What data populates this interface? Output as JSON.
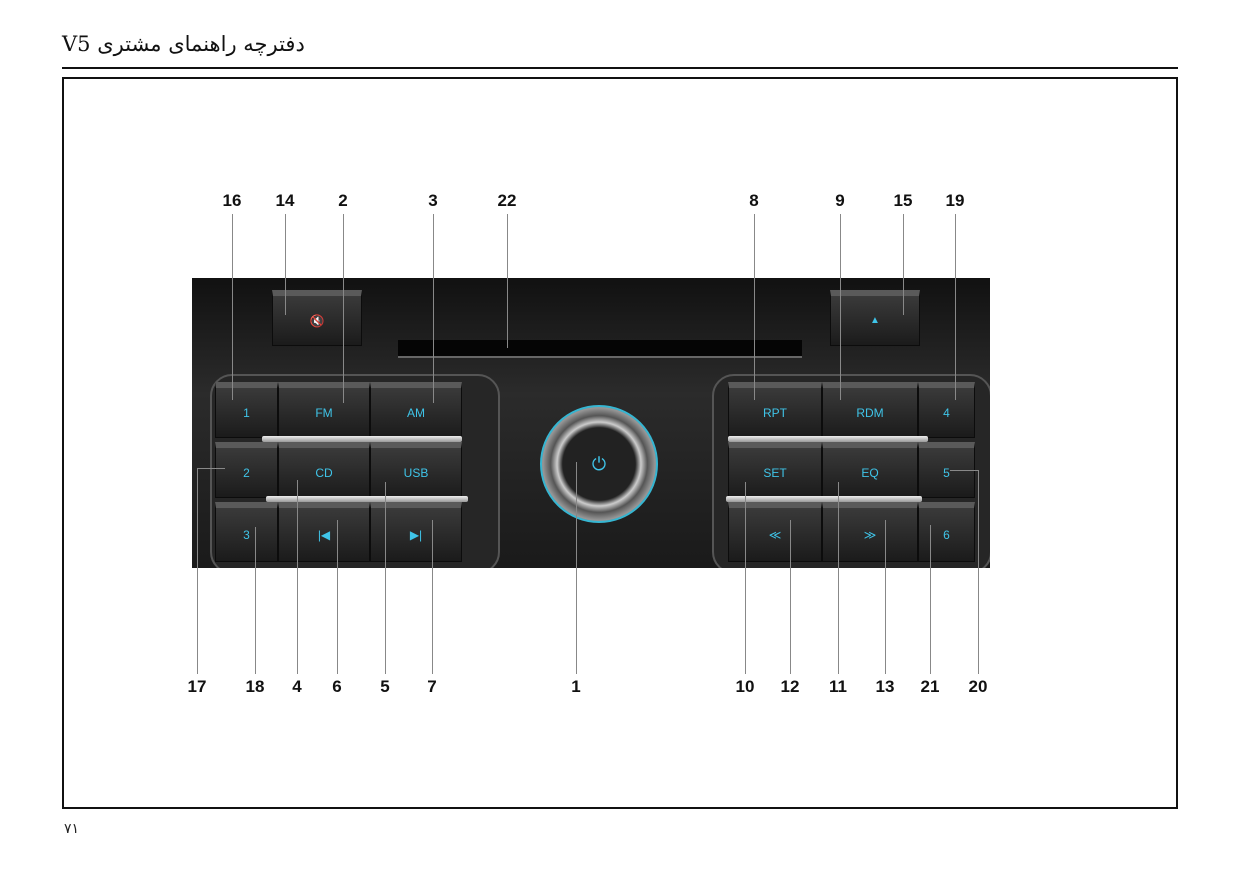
{
  "header": {
    "title": "دفترچه راهنمای مشتری V5"
  },
  "page_number": "٧١",
  "buttons": {
    "mute": "🔇",
    "eject": "▲",
    "power": "⏻",
    "left": [
      "1",
      "FM",
      "AM",
      "2",
      "CD",
      "USB",
      "3",
      "|◀",
      "▶|"
    ],
    "right": [
      "RPT",
      "RDM",
      "4",
      "SET",
      "EQ",
      "5",
      "≪",
      "≫",
      "6"
    ]
  },
  "callouts": {
    "top": [
      "16",
      "14",
      "2",
      "3",
      "22",
      "8",
      "9",
      "15",
      "19"
    ],
    "bottom": [
      "17",
      "18",
      "4",
      "6",
      "5",
      "7",
      "1",
      "10",
      "12",
      "11",
      "13",
      "21",
      "20"
    ]
  }
}
